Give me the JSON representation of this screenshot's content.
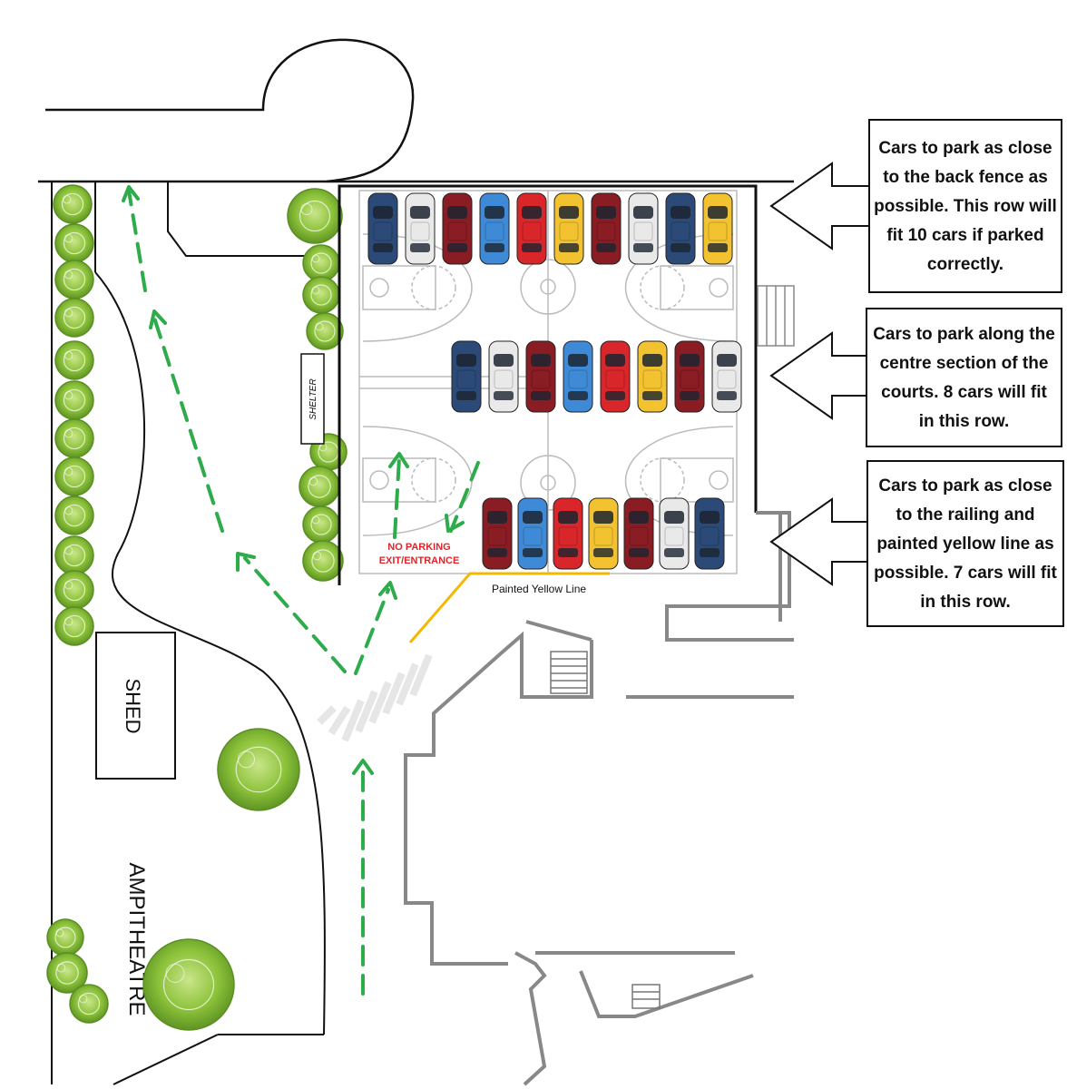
{
  "labels": {
    "shelter": "SHELTER",
    "shed": "SHED",
    "amphitheatre": "AMPITHEATRE",
    "no_parking_line1": "NO PARKING",
    "no_parking_line2": "EXIT/ENTRANCE",
    "yellow_line": "Painted Yellow Line"
  },
  "callouts": [
    {
      "lines": [
        "Cars to park as close",
        "to the back fence as",
        "possible. This row will",
        "fit 10 cars if parked",
        "correctly."
      ]
    },
    {
      "lines": [
        "Cars to park along the",
        "centre section of the",
        "courts. 8 cars will fit",
        "in this row."
      ]
    },
    {
      "lines": [
        "Cars to park as close",
        "to the railing and",
        "painted yellow line as",
        "possible. 7 cars will fit",
        "in this row."
      ]
    }
  ],
  "parking_rows": [
    {
      "row": "back-fence",
      "cars": [
        "navy",
        "white",
        "maroon",
        "blue",
        "red",
        "yellow",
        "maroon",
        "white",
        "navy",
        "yellow"
      ]
    },
    {
      "row": "centre",
      "cars": [
        "navy",
        "white",
        "maroon",
        "blue",
        "red",
        "yellow",
        "maroon",
        "white"
      ]
    },
    {
      "row": "railing",
      "cars": [
        "maroon",
        "blue",
        "red",
        "yellow",
        "maroon",
        "white",
        "navy"
      ]
    }
  ],
  "car_colors": {
    "navy": "#2b4a78",
    "white": "#e9e9e9",
    "maroon": "#8a1c24",
    "blue": "#3f8ad6",
    "red": "#d8262a",
    "yellow": "#f2c230"
  },
  "colors": {
    "arrow_green": "#2eab4a",
    "yellow_line": "#f5b800",
    "no_parking_red": "#e0242a",
    "tree_green": "#7fb82e",
    "court_line": "#bbbbbb",
    "building": "#888888"
  }
}
